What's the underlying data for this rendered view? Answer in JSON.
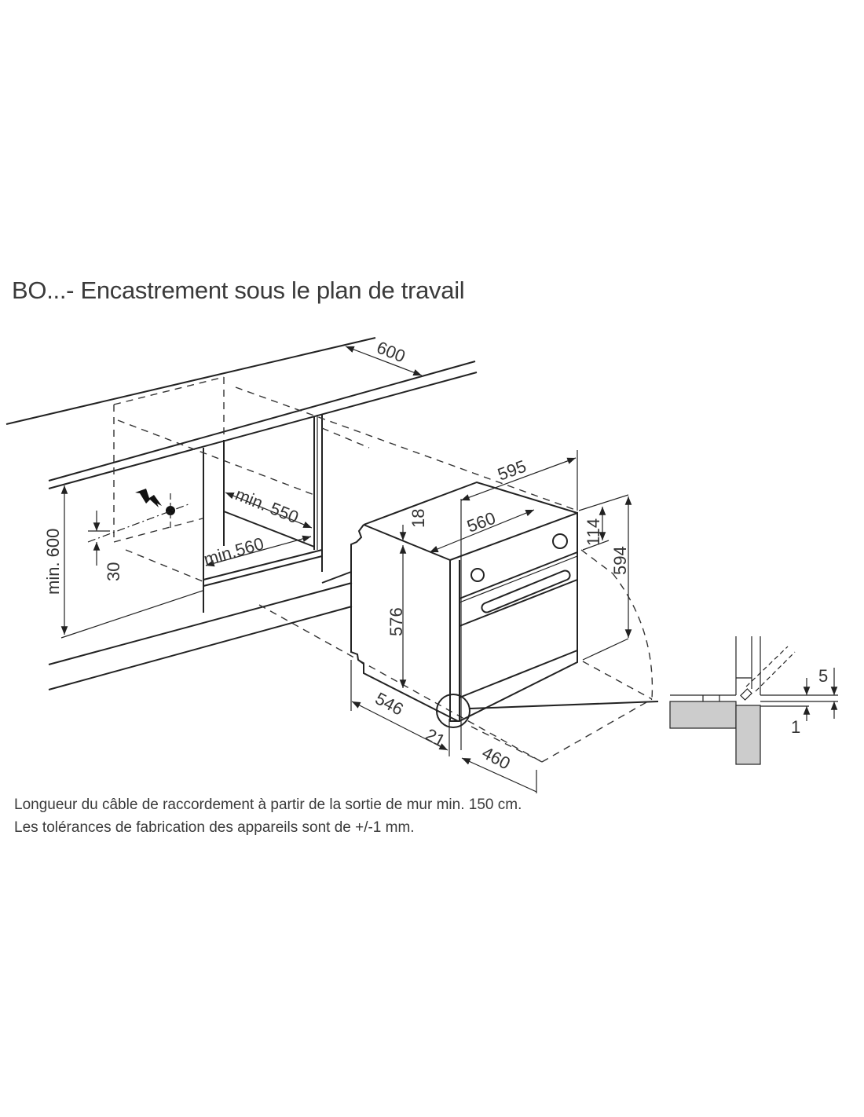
{
  "title": "BO...- Encastrement sous le plan de travail",
  "dimensions": {
    "worktop_depth": "600",
    "niche_height": "min. 600",
    "socket_offset": "30",
    "niche_depth": "min. 550",
    "niche_width": "min.560",
    "oven_width": "595",
    "body_width": "560",
    "top_gap": "18",
    "body_height": "576",
    "panel_height": "114",
    "oven_height": "594",
    "body_depth": "546",
    "front_thickness": "21",
    "door_open": "460",
    "detail_5": "5",
    "detail_1": "1"
  },
  "notes": [
    "Longueur du câble de raccordement à partir de la sortie de mur min. 150 cm.",
    "Les tolérances de fabrication des appareils sont de +/-1 mm."
  ],
  "icons": {
    "electric": "lightning-bolt-icon"
  }
}
